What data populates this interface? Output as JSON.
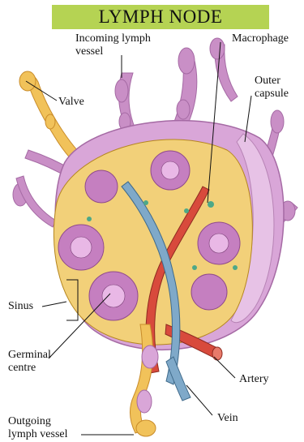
{
  "title": "LYMPH NODE",
  "labels": {
    "incoming": "Incoming lymph\nvessel",
    "macrophage": "Macrophage",
    "valve": "Valve",
    "outer_capsule": "Outer\ncapsule",
    "sinus": "Sinus",
    "germinal_centre": "Germinal\ncentre",
    "artery": "Artery",
    "vein": "Vein",
    "outgoing": "Outgoing\nlymph vessel"
  },
  "colors": {
    "title_bg": "#b5d353",
    "capsule": "#d9a6d8",
    "vessel": "#c98fc6",
    "tissue": "#f2d079",
    "lymphoid": "#c57fc0",
    "artery": "#d84a3c",
    "vein": "#7fa9c9"
  }
}
